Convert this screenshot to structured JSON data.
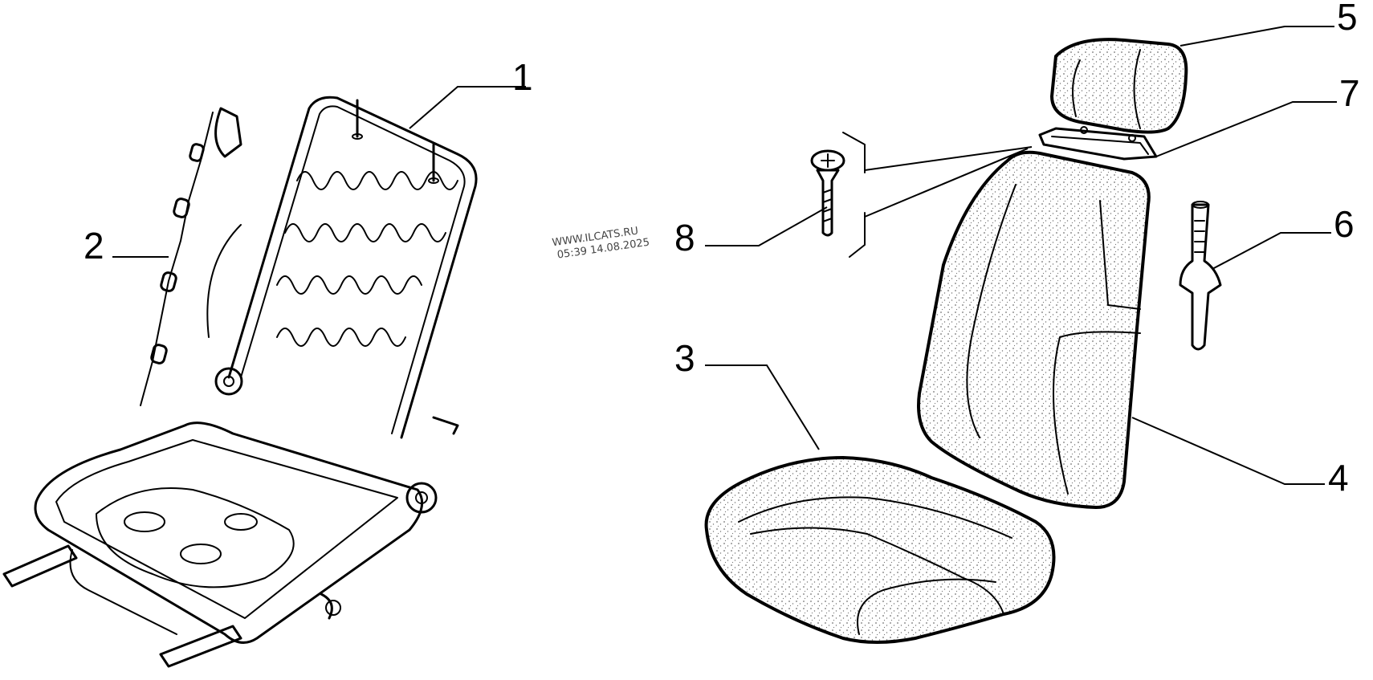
{
  "diagram": {
    "callouts": [
      {
        "id": "1",
        "label": "1"
      },
      {
        "id": "2",
        "label": "2"
      },
      {
        "id": "3",
        "label": "3"
      },
      {
        "id": "4",
        "label": "4"
      },
      {
        "id": "5",
        "label": "5"
      },
      {
        "id": "6",
        "label": "6"
      },
      {
        "id": "7",
        "label": "7"
      },
      {
        "id": "8",
        "label": "8"
      }
    ],
    "watermark": {
      "line1": "WWW.ILCATS.RU",
      "line2": "05:39 14.08.2025"
    }
  }
}
